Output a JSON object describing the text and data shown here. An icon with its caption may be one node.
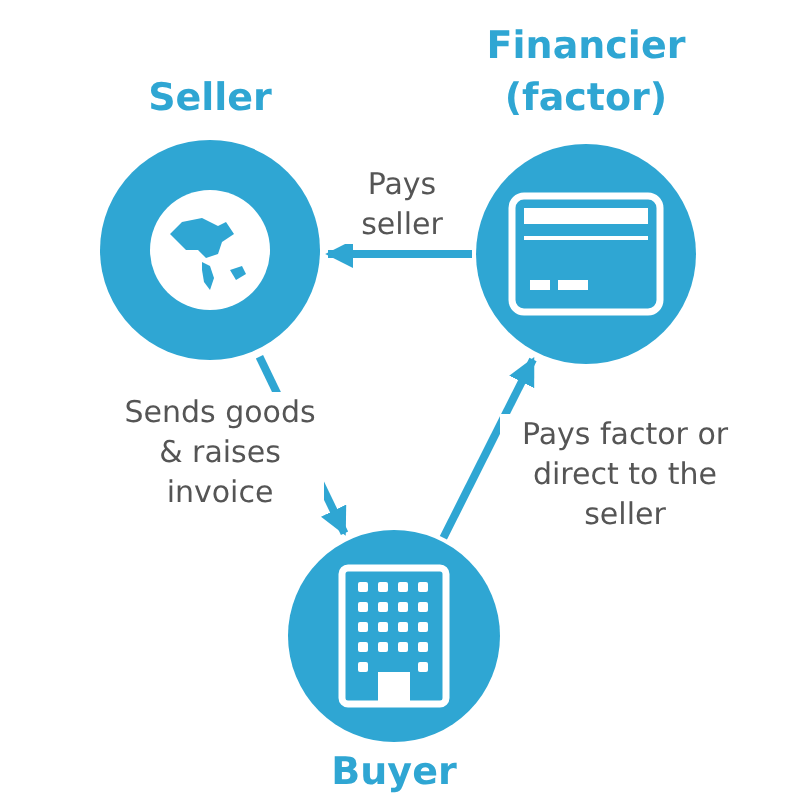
{
  "diagram": {
    "nodes": [
      {
        "text": [
          "Seller"
        ]
      },
      {
        "text": [
          "Financier (factor)"
        ]
      },
      {
        "text": [
          "Buyer"
        ]
      }
    ],
    "edges": [
      {
        "from": 1,
        "to": 0,
        "arrow": "to",
        "label": "Pays seller"
      },
      {
        "from": 0,
        "to": 2,
        "arrow": "to",
        "label": "Sends goods & raises invoice"
      },
      {
        "from": 2,
        "to": 1,
        "arrow": "to",
        "label": "Pays factor or direct to the seller"
      }
    ]
  }
}
